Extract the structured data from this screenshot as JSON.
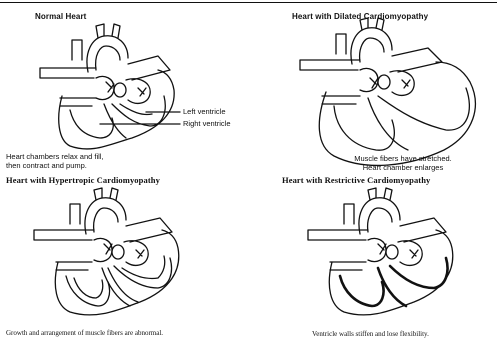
{
  "panels": {
    "normal": {
      "title": "Normal Heart",
      "caption_line1": "Heart chambers relax and fill,",
      "caption_line2": "then contract and pump.",
      "labels": {
        "left_ventricle": "Left ventricle",
        "right_ventricle": "Right ventricle"
      }
    },
    "dilated": {
      "title": "Heart with Dilated Cardiomyopathy",
      "caption_line1": "Muscle fibers have stretched.",
      "caption_line2": "Heart chamber enlarges"
    },
    "hypertrophic": {
      "title": "Heart with Hypertropic Cardiomyopathy",
      "caption": "Growth and arrangement of muscle fibers are abnormal."
    },
    "restrictive": {
      "title": "Heart with Restrictive Cardiomyopathy",
      "caption": "Ventricle walls stiffen and lose flexibility."
    }
  }
}
